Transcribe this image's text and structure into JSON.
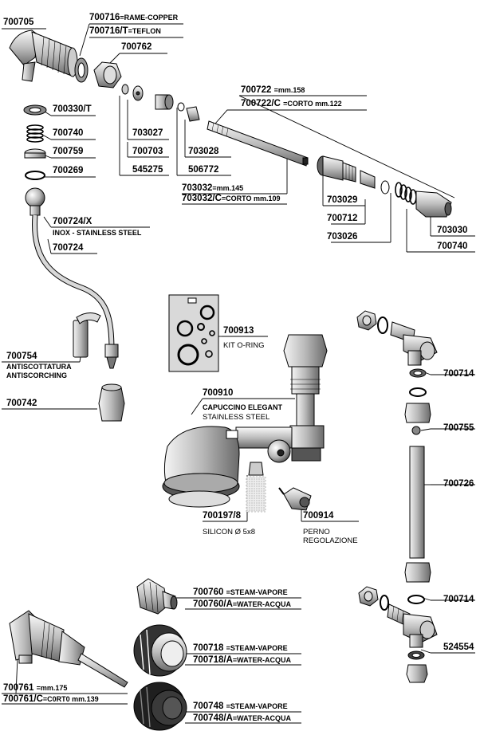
{
  "labels": {
    "p700705": "700705",
    "p700716": "700716",
    "p700716_desc": "=RAME-COPPER",
    "p700716t": "700716/T",
    "p700716t_desc": "=TEFLON",
    "p700762": "700762",
    "p700722": "700722",
    "p700722_desc": "=mm.158",
    "p700722c": "700722/C",
    "p700722c_desc": "=CORTO mm.122",
    "p700330t": "700330/T",
    "p700740a": "700740",
    "p700759": "700759",
    "p700269": "700269",
    "p703027": "703027",
    "p700703": "700703",
    "p545275": "545275",
    "p703028": "703028",
    "p506772": "506772",
    "p703032": "703032",
    "p703032_desc": "=mm.145",
    "p703032c": "703032/C",
    "p703032c_desc": "=CORTO mm.109",
    "p703029": "703029",
    "p700712": "700712",
    "p703026": "703026",
    "p703030": "703030",
    "p700740b": "700740",
    "p700724x": "700724/X",
    "p700724x_desc": "INOX - STAINLESS STEEL",
    "p700724": "700724",
    "p700913": "700913",
    "p700913_desc": "KIT O-RING",
    "p700754": "700754",
    "p700754_desc1": "ANTISCOTTATURA",
    "p700754_desc2": "ANTISCORCHING",
    "p700742": "700742",
    "p700910": "700910",
    "p700910_desc1": "CAPUCCINO ELEGANT",
    "p700910_desc2": "STAINLESS STEEL",
    "p700714a": "700714",
    "p700755": "700755",
    "p700726": "700726",
    "p700197": "700197/8",
    "p700197_desc": "SILICON Ø 5x8",
    "p700914": "700914",
    "p700914_desc1": "PERNO",
    "p700914_desc2": "REGOLAZIONE",
    "p700714b": "700714",
    "p524554": "524554",
    "p700760": "700760",
    "p700760_desc": "=STEAM-VAPORE",
    "p700760a": "700760/A",
    "p700760a_desc": "=WATER-ACQUA",
    "p700718": "700718",
    "p700718_desc": "=STEAM-VAPORE",
    "p700718a": "700718/A",
    "p700718a_desc": "=WATER-ACQUA",
    "p700748": "700748",
    "p700748_desc": "=STEAM-VAPORE",
    "p700748a": "700748/A",
    "p700748a_desc": "=WATER-ACQUA",
    "p700761": "700761",
    "p700761_desc": "=mm.175",
    "p700761c": "700761/C",
    "p700761c_desc": "=C0RT0 mm.139"
  }
}
